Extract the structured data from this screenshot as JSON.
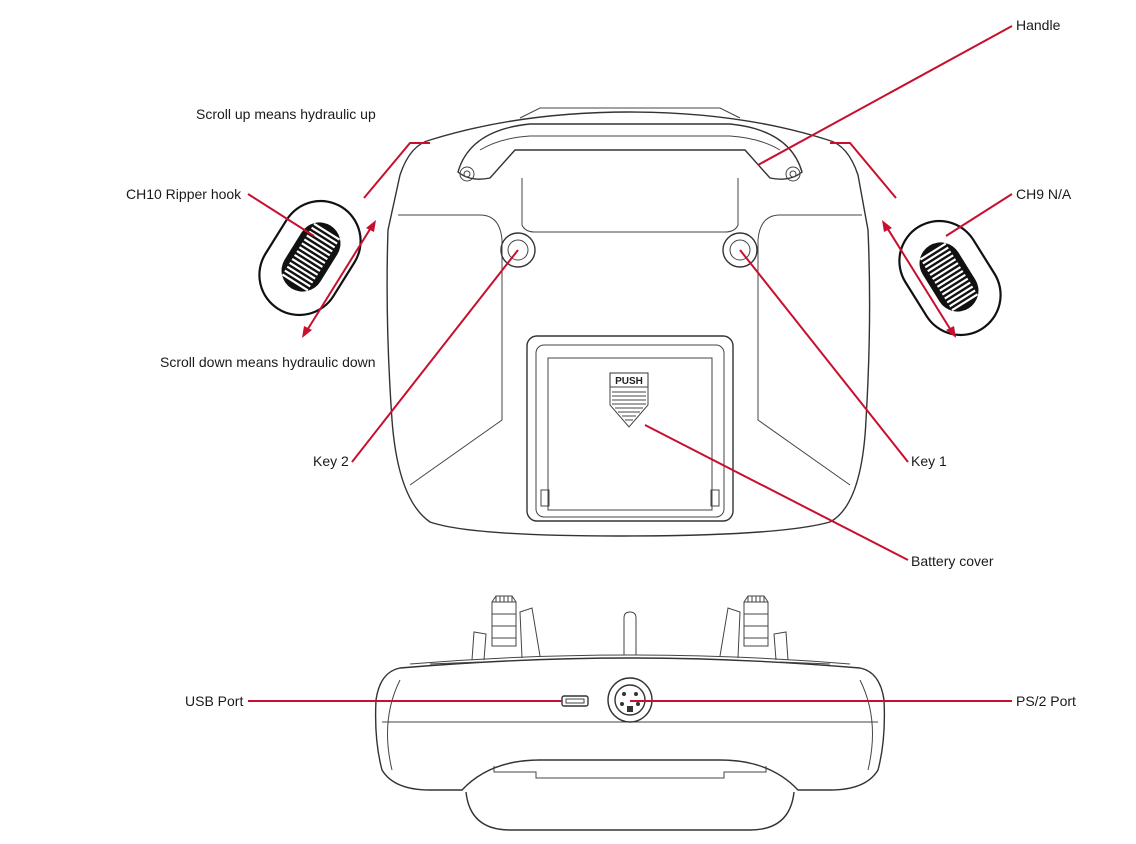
{
  "labels": {
    "handle": "Handle",
    "scroll_up": "Scroll up means hydraulic up",
    "ch10": "CH10 Ripper hook",
    "ch9": "CH9 N/A",
    "scroll_down": "Scroll down means hydraulic down",
    "key2": "Key 2",
    "key1": "Key 1",
    "battery_cover": "Battery cover",
    "push": "PUSH",
    "usb_port": "USB Port",
    "ps2_port": "PS/2 Port"
  },
  "colors": {
    "leader": "#c8102e",
    "outline": "#333333"
  }
}
